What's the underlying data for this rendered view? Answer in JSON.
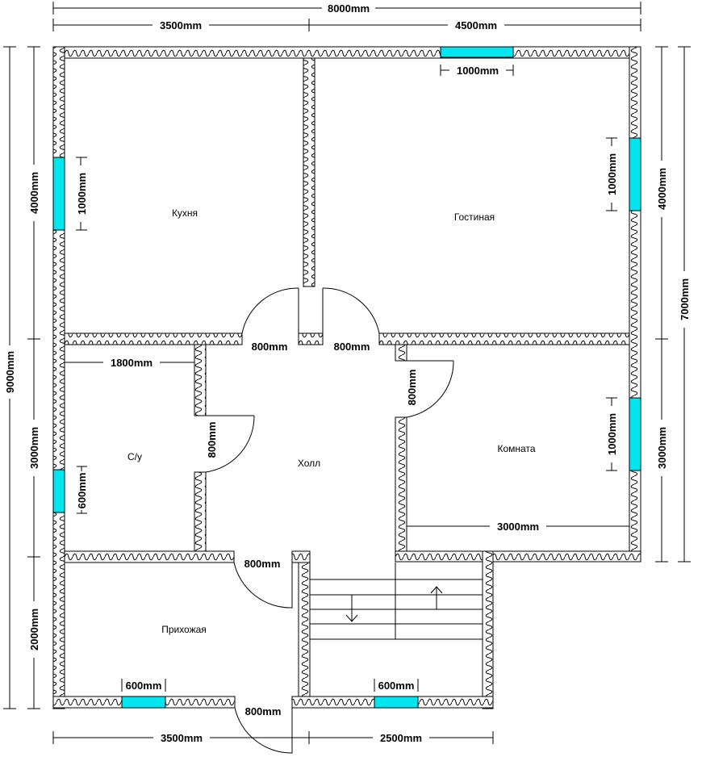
{
  "rooms": {
    "kitchen": "Кухня",
    "living": "Гостиная",
    "bath": "С/у",
    "hall": "Холл",
    "room": "Комната",
    "entry": "Прихожая"
  },
  "dims": {
    "total_width": "8000mm",
    "top_left": "3500mm",
    "top_right": "4500mm",
    "top_window": "1000mm",
    "total_height": "9000mm",
    "left_upper": "4000mm",
    "left_middle": "3000mm",
    "left_lower": "2000mm",
    "right_total": "7000mm",
    "right_upper": "4000mm",
    "right_lower": "3000mm",
    "kitchen_window": "1000mm",
    "living_window": "1000mm",
    "room_window": "1000mm",
    "bath_window": "600mm",
    "bath_width": "1800mm",
    "room_width": "3000mm",
    "door_kitchen": "800mm",
    "door_living": "800mm",
    "door_room": "800mm",
    "door_bath": "800mm",
    "door_entry": "800mm",
    "door_front": "800mm",
    "entry_window": "600mm",
    "stair_window": "600mm",
    "bottom_left": "3500mm",
    "bottom_right": "2500mm"
  },
  "colors": {
    "window": "#00e5ee",
    "line": "#000000",
    "background": "#ffffff"
  }
}
